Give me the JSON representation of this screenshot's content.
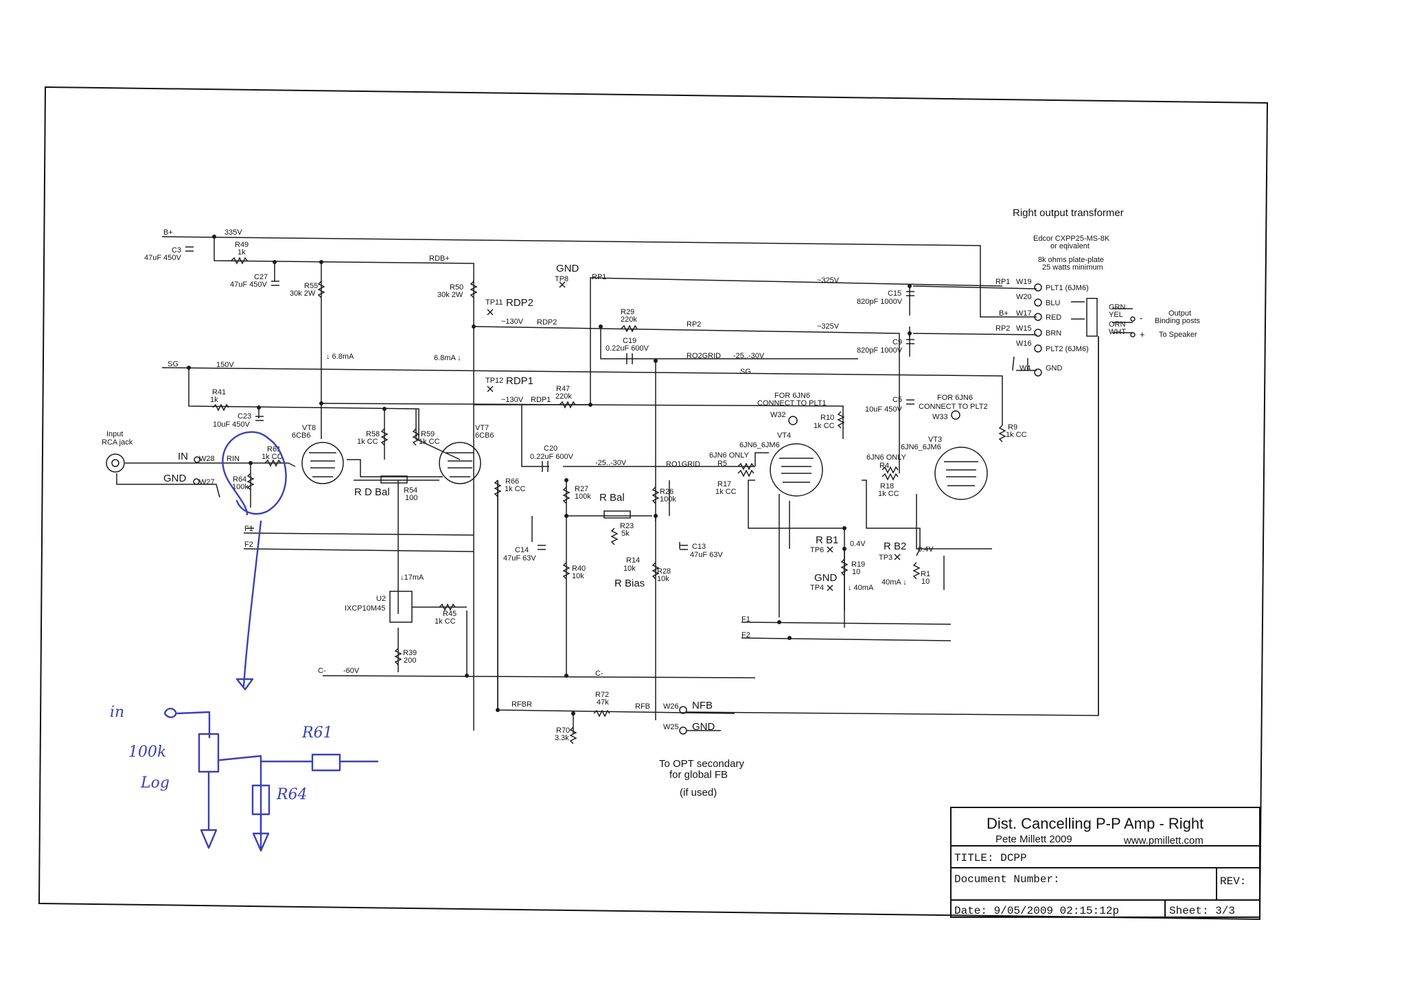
{
  "title_block": {
    "title": "Dist. Cancelling P-P Amp - Right",
    "author": "Pete Millett 2009",
    "website": "www.pmillett.com",
    "title_field": "TITLE:  DCPP",
    "doc_number": "Document Number:",
    "rev": "REV:",
    "date": "Date:  9/05/2009 02:15:12p",
    "sheet": "Sheet: 3/3"
  },
  "output_transformer": {
    "heading": "Right output transformer",
    "model_1": "Edcor CXPP25-MS-8K",
    "model_2": "or eqivalent",
    "spec_1": "8k ohms plate-plate",
    "spec_2": "25 watts minimum",
    "pins": [
      {
        "net": "RP1",
        "wire": "W19",
        "label": "PLT1 (6JM6)"
      },
      {
        "net": "",
        "wire": "W20",
        "label": "BLU"
      },
      {
        "net": "B+",
        "wire": "W17",
        "label": "RED"
      },
      {
        "net": "RP2",
        "wire": "W15",
        "label": "BRN"
      },
      {
        "net": "",
        "wire": "W16",
        "label": "PLT2 (6JM6)"
      },
      {
        "net": "",
        "wire": "W4",
        "label": "GND"
      }
    ],
    "secondary": [
      "GRN",
      "YEL",
      "ORN",
      "WHT"
    ],
    "minus": "-",
    "plus": "+",
    "out_1": "Output",
    "out_2": "Binding posts",
    "out_3": "To Speaker"
  },
  "rails": {
    "bplus": "B+",
    "v335": "335V",
    "rdbplus": "RDB+",
    "sg": "SG",
    "v150": "150V",
    "sg2": "SG",
    "cminus": "C-",
    "vm60": "-60V",
    "cminus2": "C-",
    "f1": "F1",
    "f2": "F2",
    "f1b": "F1",
    "f2b": "F2"
  },
  "nets": {
    "rp1": "RP1",
    "rp1v": "~325V",
    "rp2": "RP2",
    "rp2v": "~325V",
    "rdp2": "RDP2",
    "rdp2v": "~130V",
    "rdp1": "RDP1",
    "rdp1v": "~130V",
    "ro2grid": "RO2GRID",
    "ro2v": "-25..-30V",
    "ro1grid": "RO1GRID",
    "ro1v": "-25..-30V",
    "rfbr": "RFBR",
    "rfb": "RFB",
    "rin": "RIN",
    "i68a": "↓ 6.8mA",
    "i68b": "6.8mA ↓",
    "i17": "↓17mA",
    "v04a": "0.4V",
    "v04b": "0.4V",
    "i40a": "↓ 40mA",
    "i40b": "40mA ↓"
  },
  "test_points": {
    "gnd_tp8": "GND",
    "tp8": "TP8",
    "tp11": "TP11",
    "tp12": "TP12",
    "rb1": "R B1",
    "tp6": "TP6",
    "rb2": "R B2",
    "tp3": "TP3",
    "gnd_tp4": "GND",
    "tp4": "TP4",
    "rdbal": "R D Bal",
    "rbal": "R Bal",
    "rbias": "R Bias"
  },
  "input": {
    "title_1": "Input",
    "title_2": "RCA jack",
    "in": "IN",
    "w28": "W28",
    "gnd": "GND",
    "w27": "W27"
  },
  "feedback": {
    "w26": "W26",
    "nfb": "NFB",
    "w25": "W25",
    "gnd": "GND",
    "note_1": "To OPT secondary",
    "note_2": "for global FB",
    "note_3": "(if used)"
  },
  "tubes": {
    "vt8": {
      "ref": "VT8",
      "type": "6CB6"
    },
    "vt7": {
      "ref": "VT7",
      "type": "6CB6"
    },
    "vt4": {
      "ref": "VT4",
      "type": "6JN6_6JM6",
      "note_1": "FOR 6JN6",
      "note_2": "CONNECT TO PLT1",
      "wire": "W32",
      "only": "6JN6 ONLY"
    },
    "vt3": {
      "ref": "VT3",
      "type": "6JN6_6JM6",
      "note_1": "FOR 6JN6",
      "note_2": "CONNECT TO PLT2",
      "wire": "W33",
      "only": "6JN6 ONLY"
    }
  },
  "regulator": {
    "ref": "U2",
    "part": "IXCP10M45"
  },
  "components": [
    {
      "ref": "C3",
      "value": "47uF 450V"
    },
    {
      "ref": "R49",
      "value": "1k"
    },
    {
      "ref": "C27",
      "value": "47uF 450V"
    },
    {
      "ref": "R55",
      "value": "30k 2W"
    },
    {
      "ref": "R50",
      "value": "30k 2W"
    },
    {
      "ref": "R41",
      "value": "1k"
    },
    {
      "ref": "C23",
      "value": "10uF 450V"
    },
    {
      "ref": "R58",
      "value": "1k CC"
    },
    {
      "ref": "R59",
      "value": "1k CC"
    },
    {
      "ref": "R61",
      "value": "1k CC"
    },
    {
      "ref": "R64",
      "value": "100k"
    },
    {
      "ref": "R54",
      "value": "100"
    },
    {
      "ref": "R66",
      "value": "1k CC"
    },
    {
      "ref": "R47",
      "value": "220k"
    },
    {
      "ref": "R29",
      "value": "220k"
    },
    {
      "ref": "C19",
      "value": "0.22uF 600V"
    },
    {
      "ref": "C20",
      "value": "0.22uF 600V"
    },
    {
      "ref": "R27",
      "value": "100k"
    },
    {
      "ref": "R26",
      "value": "100k"
    },
    {
      "ref": "R23",
      "value": "5k"
    },
    {
      "ref": "R14",
      "value": "10k"
    },
    {
      "ref": "C14",
      "value": "47uF 63V"
    },
    {
      "ref": "C13",
      "value": "47uF 63V"
    },
    {
      "ref": "R40",
      "value": "10k"
    },
    {
      "ref": "R28",
      "value": "10k"
    },
    {
      "ref": "R45",
      "value": "1k CC"
    },
    {
      "ref": "R39",
      "value": "200"
    },
    {
      "ref": "R72",
      "value": "47k"
    },
    {
      "ref": "R70",
      "value": "3.3k"
    },
    {
      "ref": "C15",
      "value": "820pF 1000V"
    },
    {
      "ref": "C9",
      "value": "820pF 1000V"
    },
    {
      "ref": "C5",
      "value": "10uF 450V"
    },
    {
      "ref": "R10",
      "value": "1k CC"
    },
    {
      "ref": "R9",
      "value": "1k CC"
    },
    {
      "ref": "R5",
      "value": ""
    },
    {
      "ref": "R17",
      "value": "1k CC"
    },
    {
      "ref": "R4",
      "value": ""
    },
    {
      "ref": "R18",
      "value": "1k CC"
    },
    {
      "ref": "R19",
      "value": "10"
    },
    {
      "ref": "R1",
      "value": "10"
    }
  ],
  "handwritten": {
    "in": "in",
    "pot_1": "100k",
    "pot_2": "Log",
    "r61": "R61",
    "r64": "R64"
  }
}
